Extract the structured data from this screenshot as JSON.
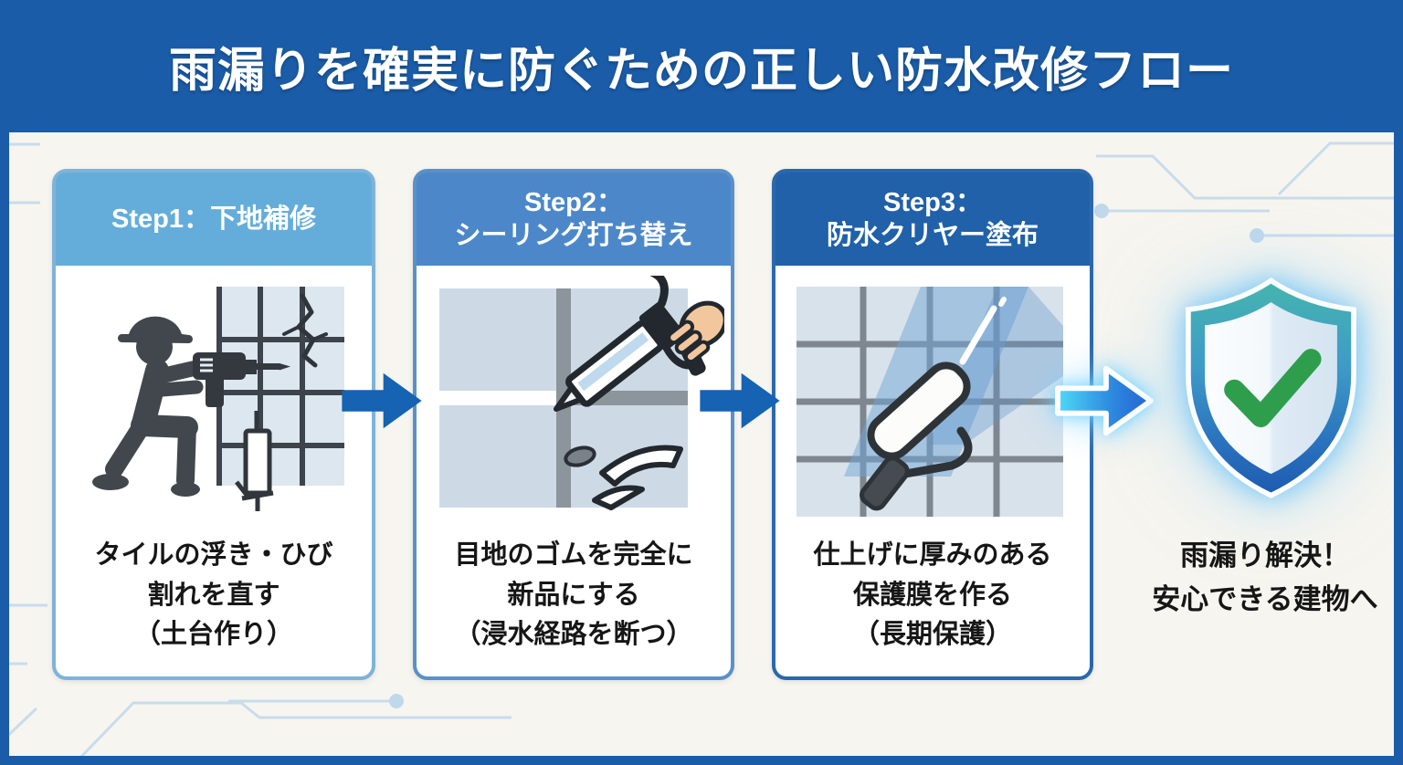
{
  "title": "雨漏りを確実に防ぐための正しい防水改修フロー",
  "steps": [
    {
      "header": "Step1：下地補修",
      "description": "タイルの浮き・ひび\n割れを直す\n（土台作り）",
      "icon": "worker-drill-icon"
    },
    {
      "header": "Step2：\nシーリング打ち替え",
      "description": "目地のゴムを完全に\n新品にする\n（浸水経路を断つ）",
      "icon": "caulking-gun-icon"
    },
    {
      "header": "Step3：\n防水クリヤー塗布",
      "description": "仕上げに厚みのある\n保護膜を作る\n（長期保護）",
      "icon": "paint-roller-icon"
    }
  ],
  "result": {
    "label": "雨漏り解決！\n安心できる建物へ",
    "icon": "shield-check-icon"
  },
  "colors": {
    "frame_blue": "#1A5CA8",
    "background": "#F7F5EF",
    "step1_header": "#64ADDB",
    "step2_header": "#4C88C9",
    "step3_header": "#2061A9",
    "flow_arrow_blue": "#1563B2",
    "result_arrow_gradient_start": "#4FD9F8",
    "result_arrow_gradient_end": "#1E5BD0",
    "shield_rim_top": "#45B5AE",
    "shield_rim_bottom": "#1D5AB0",
    "check_green": "#2E9E4D",
    "circuit_line": "#C8DCEC",
    "text_dark": "#161616"
  }
}
